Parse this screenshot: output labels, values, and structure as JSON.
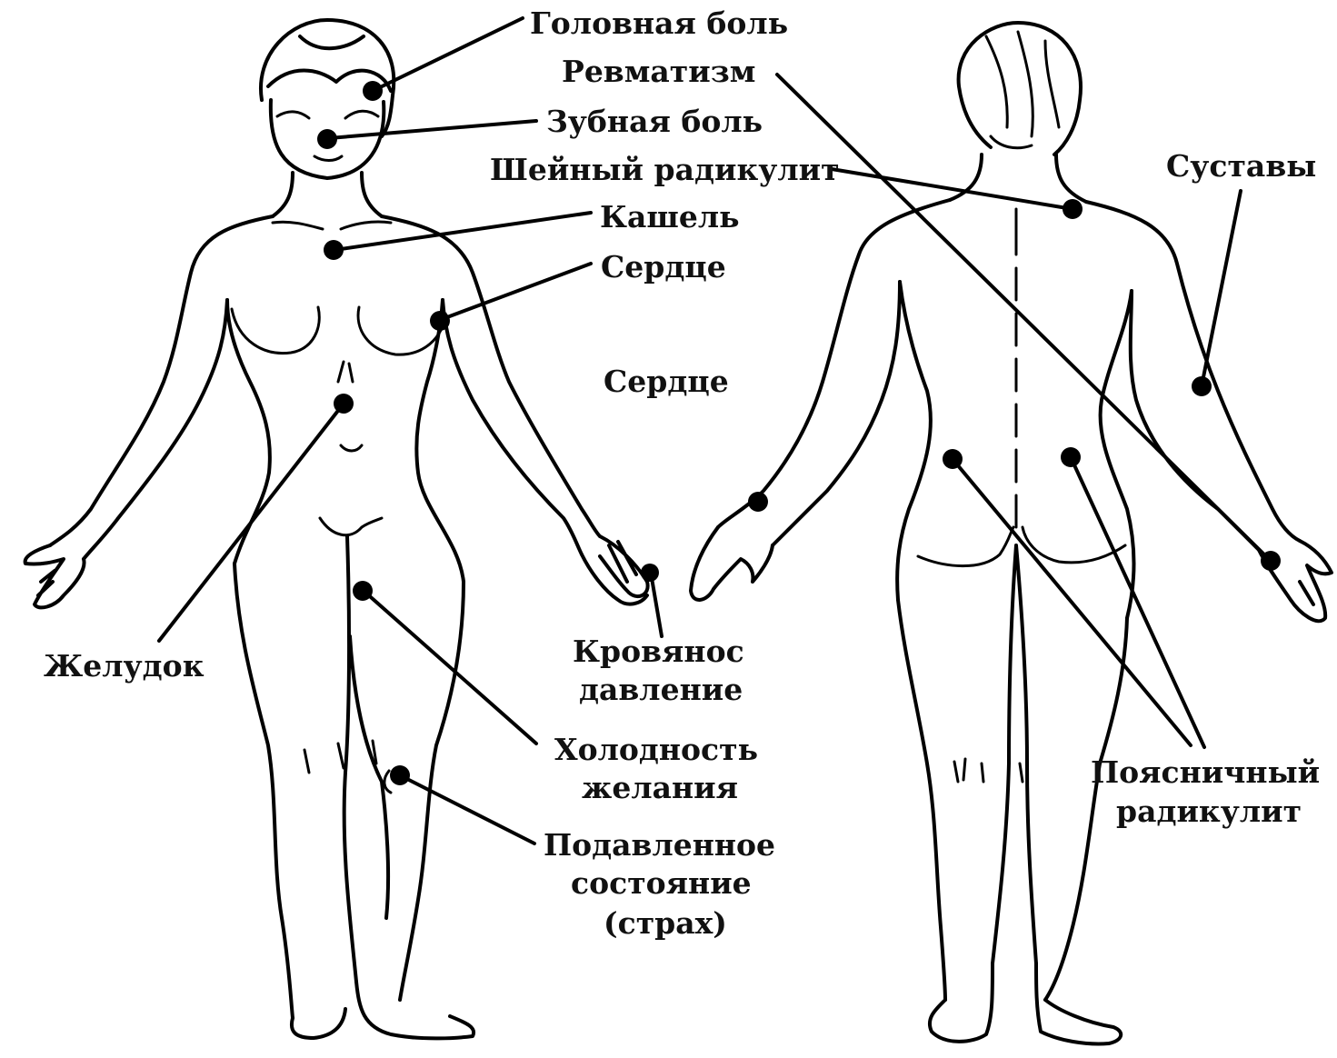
{
  "labels": {
    "headache": "Головная боль",
    "rheumatism": "Ревматизм",
    "toothache": "Зубная боль",
    "cervical": "Шейный радикулит",
    "joints": "Суставы",
    "cough": "Кашель",
    "heart1": "Сердце",
    "heart2": "Сердце",
    "stomach": "Желудок",
    "bp_line1": "Кровянос",
    "bp_line2": "давление",
    "cold_line1": "Холодность",
    "cold_line2": "желания",
    "depressed_line1": "Подавленное",
    "depressed_line2": "состояние",
    "depressed_line3": "(страх)",
    "lumbar_line1": "Поясничный",
    "lumbar_line2": "радикулит"
  }
}
